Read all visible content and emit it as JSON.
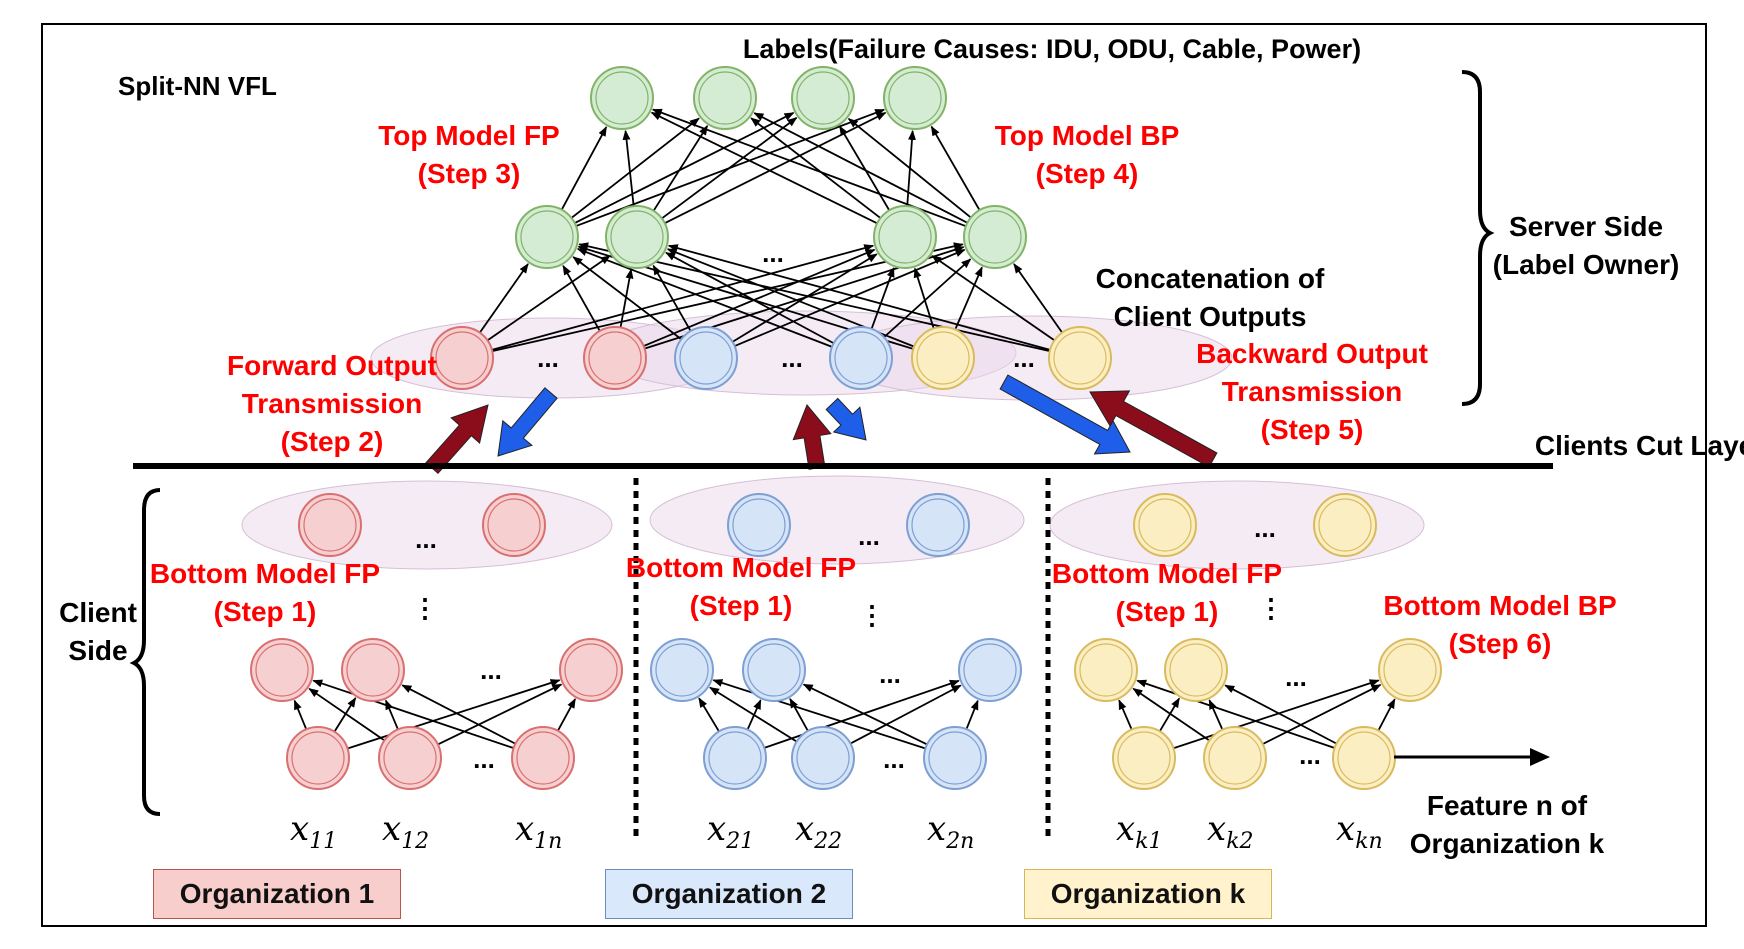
{
  "title": "Split-NN VFL",
  "labels_title": "Labels(Failure Causes: IDU, ODU, Cable, Power)",
  "server_side": [
    "Server Side",
    "(Label Owner)"
  ],
  "client_side": [
    "Client",
    "Side"
  ],
  "steps": {
    "top_fp": [
      "Top Model FP",
      "(Step 3)"
    ],
    "top_bp": [
      "Top Model BP",
      "(Step 4)"
    ],
    "forward": [
      "Forward Output",
      "Transmission",
      "(Step 2)"
    ],
    "backward": [
      "Backward Output",
      "Transmission",
      "(Step 5)"
    ],
    "bottom_fp": [
      "Bottom Model FP",
      "(Step 1)"
    ],
    "bottom_bp": [
      "Bottom Model BP",
      "(Step 6)"
    ]
  },
  "concat": [
    "Concatenation of",
    "Client Outputs"
  ],
  "cut_layer": "Clients Cut Layer",
  "feature_note": [
    "Feature n of",
    "Organization k"
  ],
  "ellipsis": "...",
  "vellipsis": "⋮",
  "organizations": [
    {
      "name": "Organization 1",
      "features": [
        "x",
        "x",
        "x"
      ],
      "subs": [
        "11",
        "12",
        "1n"
      ],
      "fill": "#f6cfd0",
      "stroke": "#d9706f",
      "boxfill": "#f8cecc",
      "boxstroke": "#b85450"
    },
    {
      "name": "Organization 2",
      "features": [
        "x",
        "x",
        "x"
      ],
      "subs": [
        "21",
        "22",
        "2n"
      ],
      "fill": "#d6e4f7",
      "stroke": "#7d9fd4",
      "boxfill": "#dae8fc",
      "boxstroke": "#6c8ebf"
    },
    {
      "name": "Organization k",
      "features": [
        "x",
        "x",
        "x"
      ],
      "subs": [
        "k1",
        "k2",
        "kn"
      ],
      "fill": "#fbeec3",
      "stroke": "#d9bb5e",
      "boxfill": "#fff2cc",
      "boxstroke": "#d6b656"
    }
  ],
  "colors": {
    "green_fill": "#d5ecd4",
    "green_stroke": "#82b366",
    "step_red": "#ff0000",
    "up_arrow": "#8b0c1a",
    "down_arrow": "#1e5ee8",
    "ellipse_fill": "#ead8ea"
  }
}
